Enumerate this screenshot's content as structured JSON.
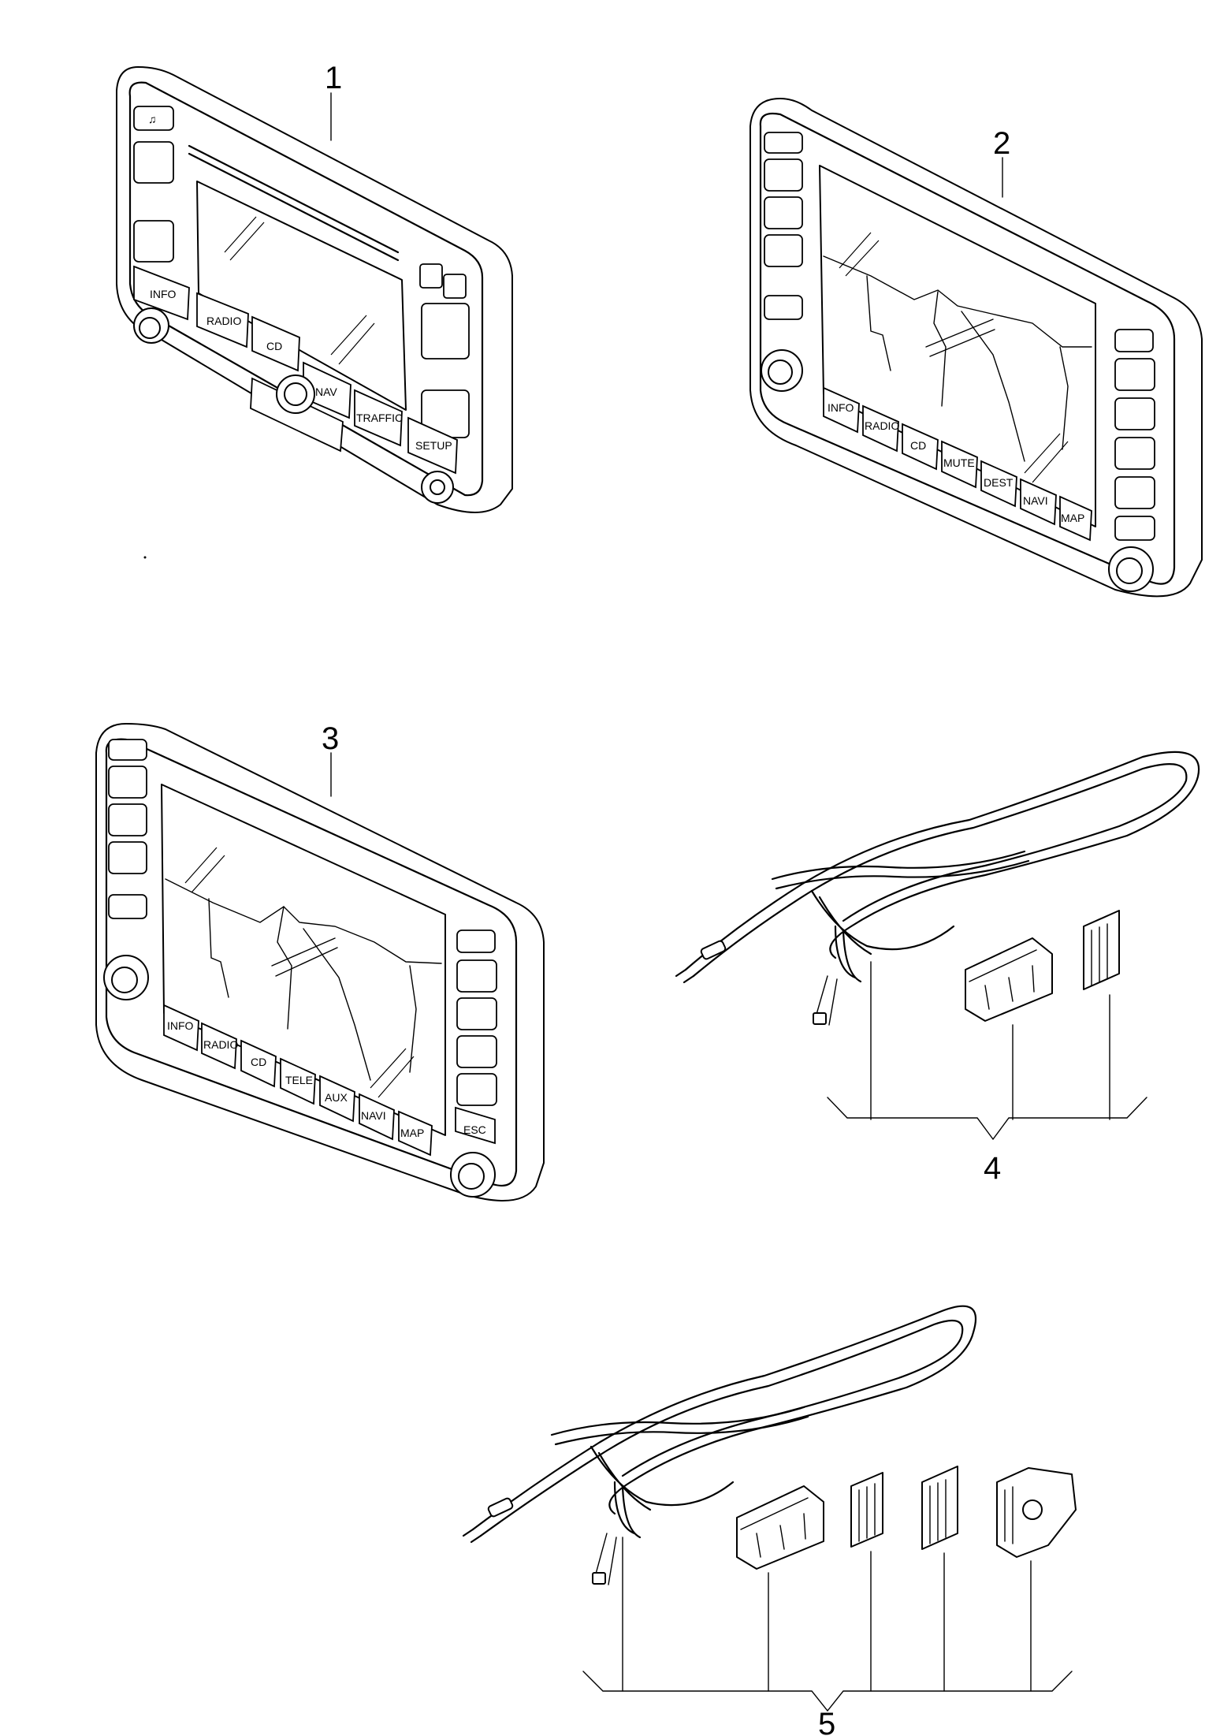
{
  "callouts": {
    "n1": "1",
    "n2": "2",
    "n3": "3",
    "n4": "4",
    "n5": "5"
  },
  "unit1": {
    "buttons": [
      "INFO",
      "RADIO",
      "CD",
      "NAV",
      "TRAFFIC",
      "SETUP"
    ]
  },
  "unit2": {
    "buttons": [
      "INFO",
      "RADIO",
      "CD",
      "MUTE",
      "DEST",
      "NAVI",
      "MAP"
    ]
  },
  "unit3": {
    "buttons": [
      "INFO",
      "RADIO",
      "CD",
      "TELE",
      "AUX",
      "NAVI",
      "MAP"
    ],
    "esc": "ESC"
  },
  "colors": {
    "line": "#000000",
    "background": "#ffffff"
  }
}
